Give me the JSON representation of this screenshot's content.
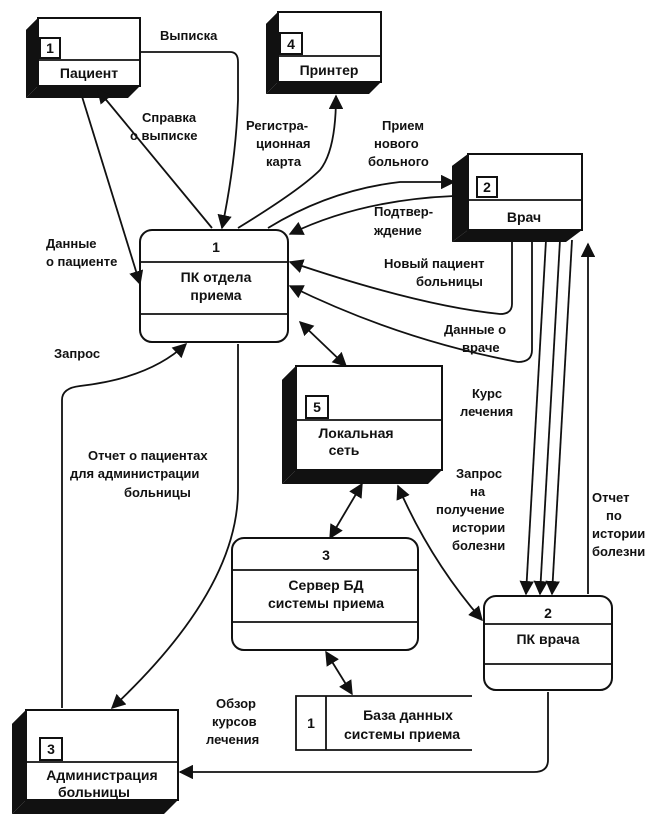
{
  "entities": {
    "patient": {
      "num": "1",
      "label": "Пациент"
    },
    "printer": {
      "num": "4",
      "label": "Принтер"
    },
    "doctor": {
      "num": "2",
      "label": "Врач"
    },
    "network": {
      "num": "5",
      "line1": "Локальная",
      "line2": "сеть"
    },
    "admin": {
      "num": "3",
      "line1": "Администрация",
      "line2": "больницы"
    }
  },
  "processes": {
    "reception_pc": {
      "num": "1",
      "line1": "ПК отдела",
      "line2": "приема"
    },
    "db_server": {
      "num": "3",
      "line1": "Сервер БД",
      "line2": "системы приема"
    },
    "doctor_pc": {
      "num": "2",
      "line1": "ПК врача"
    }
  },
  "store": {
    "num": "1",
    "line1": "База данных",
    "line2": "системы приема"
  },
  "flows": {
    "discharge": [
      "Выписка"
    ],
    "discharge_cert": [
      "Справка",
      "о выписке"
    ],
    "patient_data": [
      "Данные",
      "о пациенте"
    ],
    "reg_card": [
      "Регистра-",
      "ционная",
      "карта"
    ],
    "new_patient_in": [
      "Прием",
      "нового",
      "больного"
    ],
    "confirmation": [
      "Подтвер-",
      "ждение"
    ],
    "new_hosp_patient": [
      "Новый пациент",
      "больницы"
    ],
    "doctor_data": [
      "Данные о",
      "враче"
    ],
    "request": [
      "Запрос"
    ],
    "treatment_course": [
      "Курс",
      "лечения"
    ],
    "patients_report": [
      "Отчет о пациентах",
      "для администрации",
      "больницы"
    ],
    "history_request": [
      "Запрос",
      "на",
      "получение",
      "истории",
      "болезни"
    ],
    "history_report": [
      "Отчет",
      "по",
      "истории",
      "болезни"
    ],
    "courses_review": [
      "Обзор",
      "курсов",
      "лечения"
    ]
  }
}
